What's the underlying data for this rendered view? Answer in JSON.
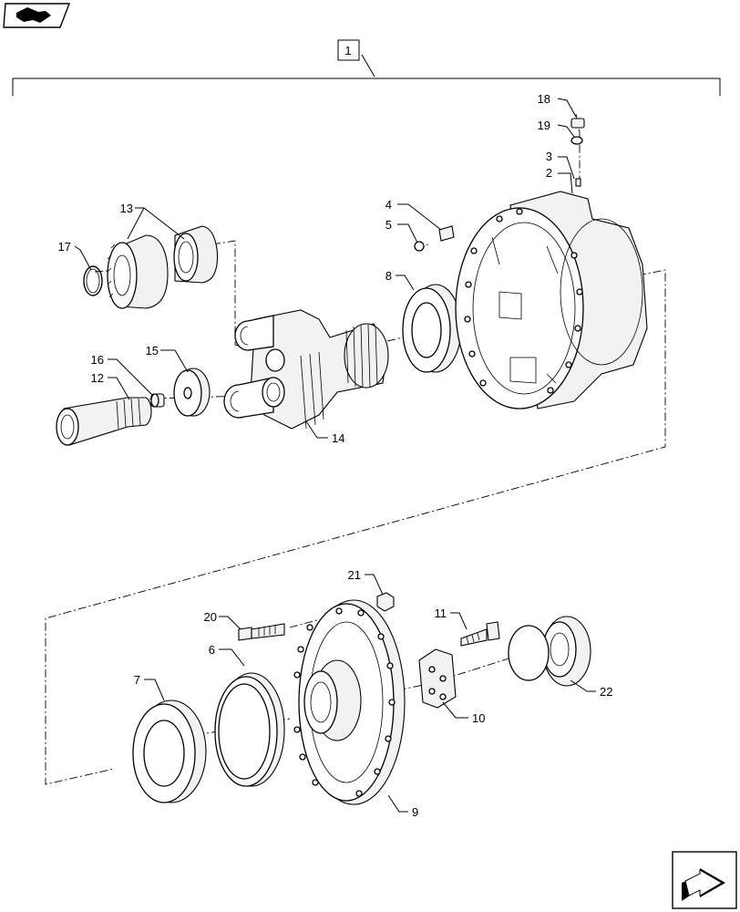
{
  "assembly_label": "1",
  "callouts": {
    "c2": "2",
    "c3": "3",
    "c4": "4",
    "c5": "5",
    "c6": "6",
    "c7": "7",
    "c8": "8",
    "c9": "9",
    "c10": "10",
    "c11": "11",
    "c12": "12",
    "c13": "13",
    "c14": "14",
    "c15": "15",
    "c16": "16",
    "c17": "17",
    "c18": "18",
    "c19": "19",
    "c20": "20",
    "c21": "21",
    "c22": "22"
  },
  "icons": {
    "top_left": "previous-page-icon",
    "bottom_right": "next-page-icon"
  }
}
